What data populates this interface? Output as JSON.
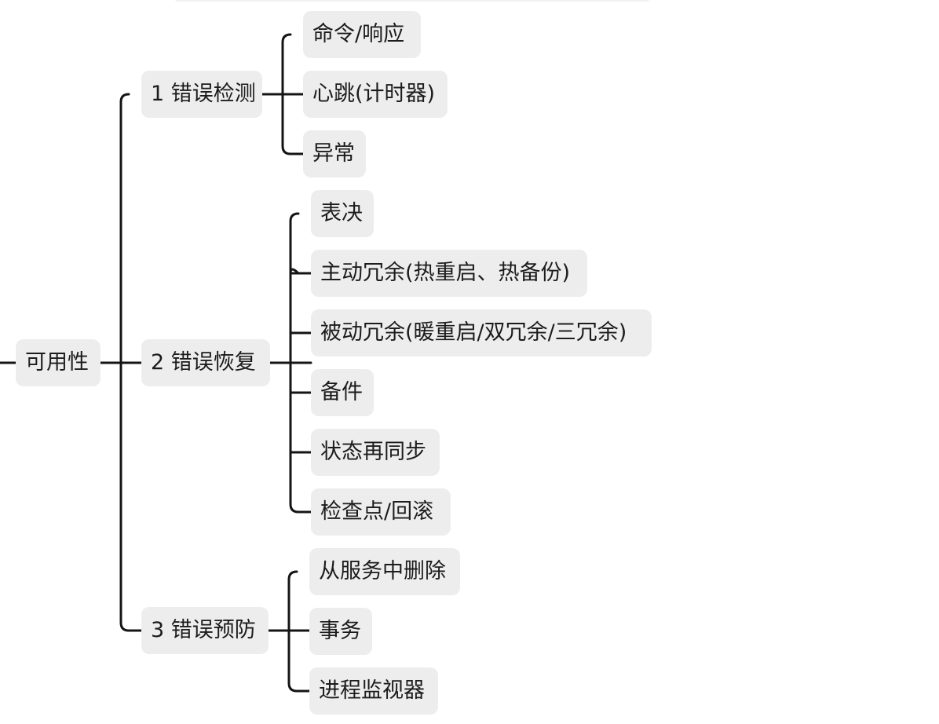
{
  "colors": {
    "node_fill": "#ededed",
    "connector": "#141414",
    "text": "#1c1c1c",
    "background": "#ffffff"
  },
  "mindmap": {
    "root": {
      "label": "可用性",
      "branches": [
        {
          "label": "1 错误检测",
          "leaves": [
            "命令/响应",
            "心跳(计时器)",
            "异常"
          ]
        },
        {
          "label": "2 错误恢复",
          "leaves": [
            "表决",
            "主动冗余(热重启、热备份)",
            "被动冗余(暖重启/双冗余/三冗余)",
            "备件",
            "状态再同步",
            "检查点/回滚"
          ]
        },
        {
          "label": "3 错误预防",
          "leaves": [
            "从服务中删除",
            "事务",
            "进程监视器"
          ]
        }
      ]
    }
  }
}
